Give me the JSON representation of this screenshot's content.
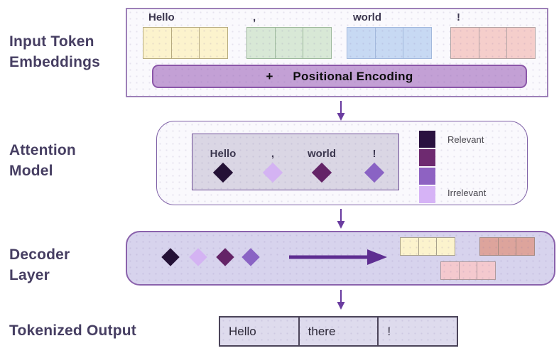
{
  "colors": {
    "flow_arrow": "#6b3da0",
    "decoder_arrow": "#5e2d91",
    "heading_text": "#463e62"
  },
  "input_section": {
    "title_line1": "Input Token",
    "title_line2": "Embeddings",
    "tokens": [
      {
        "label": "Hello",
        "fill": "#fcf3cd",
        "border": "#b7ab80"
      },
      {
        "label": ",",
        "fill": "#d8e8d6",
        "border": "#9cb89b"
      },
      {
        "label": "world",
        "fill": "#c7d9f3",
        "border": "#a2b8dc"
      },
      {
        "label": "!",
        "fill": "#f5cecb",
        "border": "#b1a3a3"
      }
    ],
    "positional_plus": "+",
    "positional_label": "Positional Encoding",
    "positional_fill": "#c3a0d5",
    "positional_border": "#8b57a9"
  },
  "attention_section": {
    "title_line1": "Attention",
    "title_line2": "Model",
    "tokens": [
      {
        "label": "Hello",
        "color": "#241136"
      },
      {
        "label": ",",
        "color": "#d4b3f3"
      },
      {
        "label": "world",
        "color": "#642467"
      },
      {
        "label": "!",
        "color": "#8a63c4"
      }
    ],
    "legend": {
      "swatches": [
        "#2a1140",
        "#6e2a70",
        "#8e62c2",
        "#d6b3f6"
      ],
      "top_label": "Relevant",
      "bottom_label": "Irrelevant"
    }
  },
  "decoder_section": {
    "title_line1": "Decoder",
    "title_line2": "Layer",
    "diamonds": [
      "#241136",
      "#d4b3f3",
      "#642467",
      "#8a63c4"
    ],
    "output_groups": [
      {
        "fill": "#fcf3cd",
        "border": "#a9a18b"
      },
      {
        "fill": "#dda49c",
        "border": "#a78b82"
      },
      {
        "fill": "#f4c9ce",
        "border": "#b09a9d"
      }
    ]
  },
  "output_section": {
    "title": "Tokenized Output",
    "cells": [
      "Hello",
      "there",
      "!"
    ]
  }
}
